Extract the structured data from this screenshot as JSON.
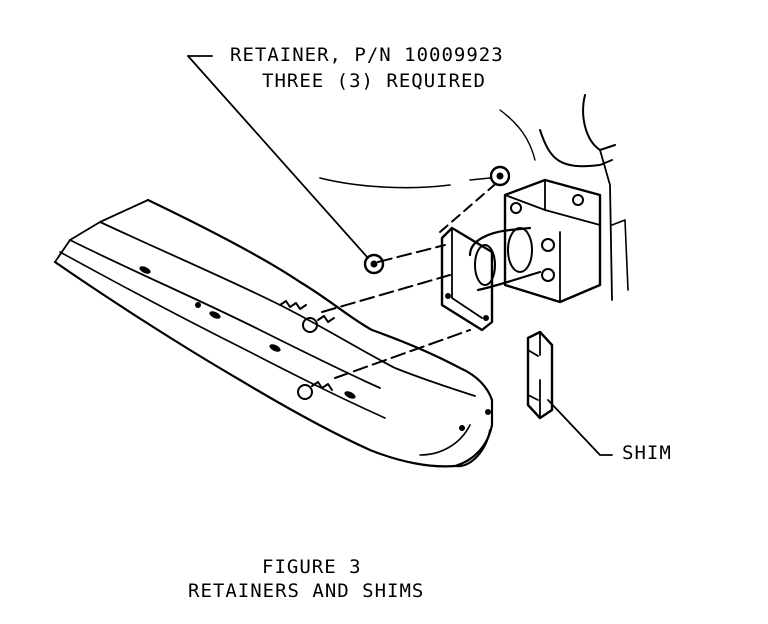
{
  "callouts": {
    "retainer_line1": "RETAINER, P/N 10009923",
    "retainer_line2": "THREE (3) REQUIRED",
    "shim": "SHIM"
  },
  "caption": {
    "figure": "FIGURE 3",
    "title": "RETAINERS AND SHIMS"
  }
}
